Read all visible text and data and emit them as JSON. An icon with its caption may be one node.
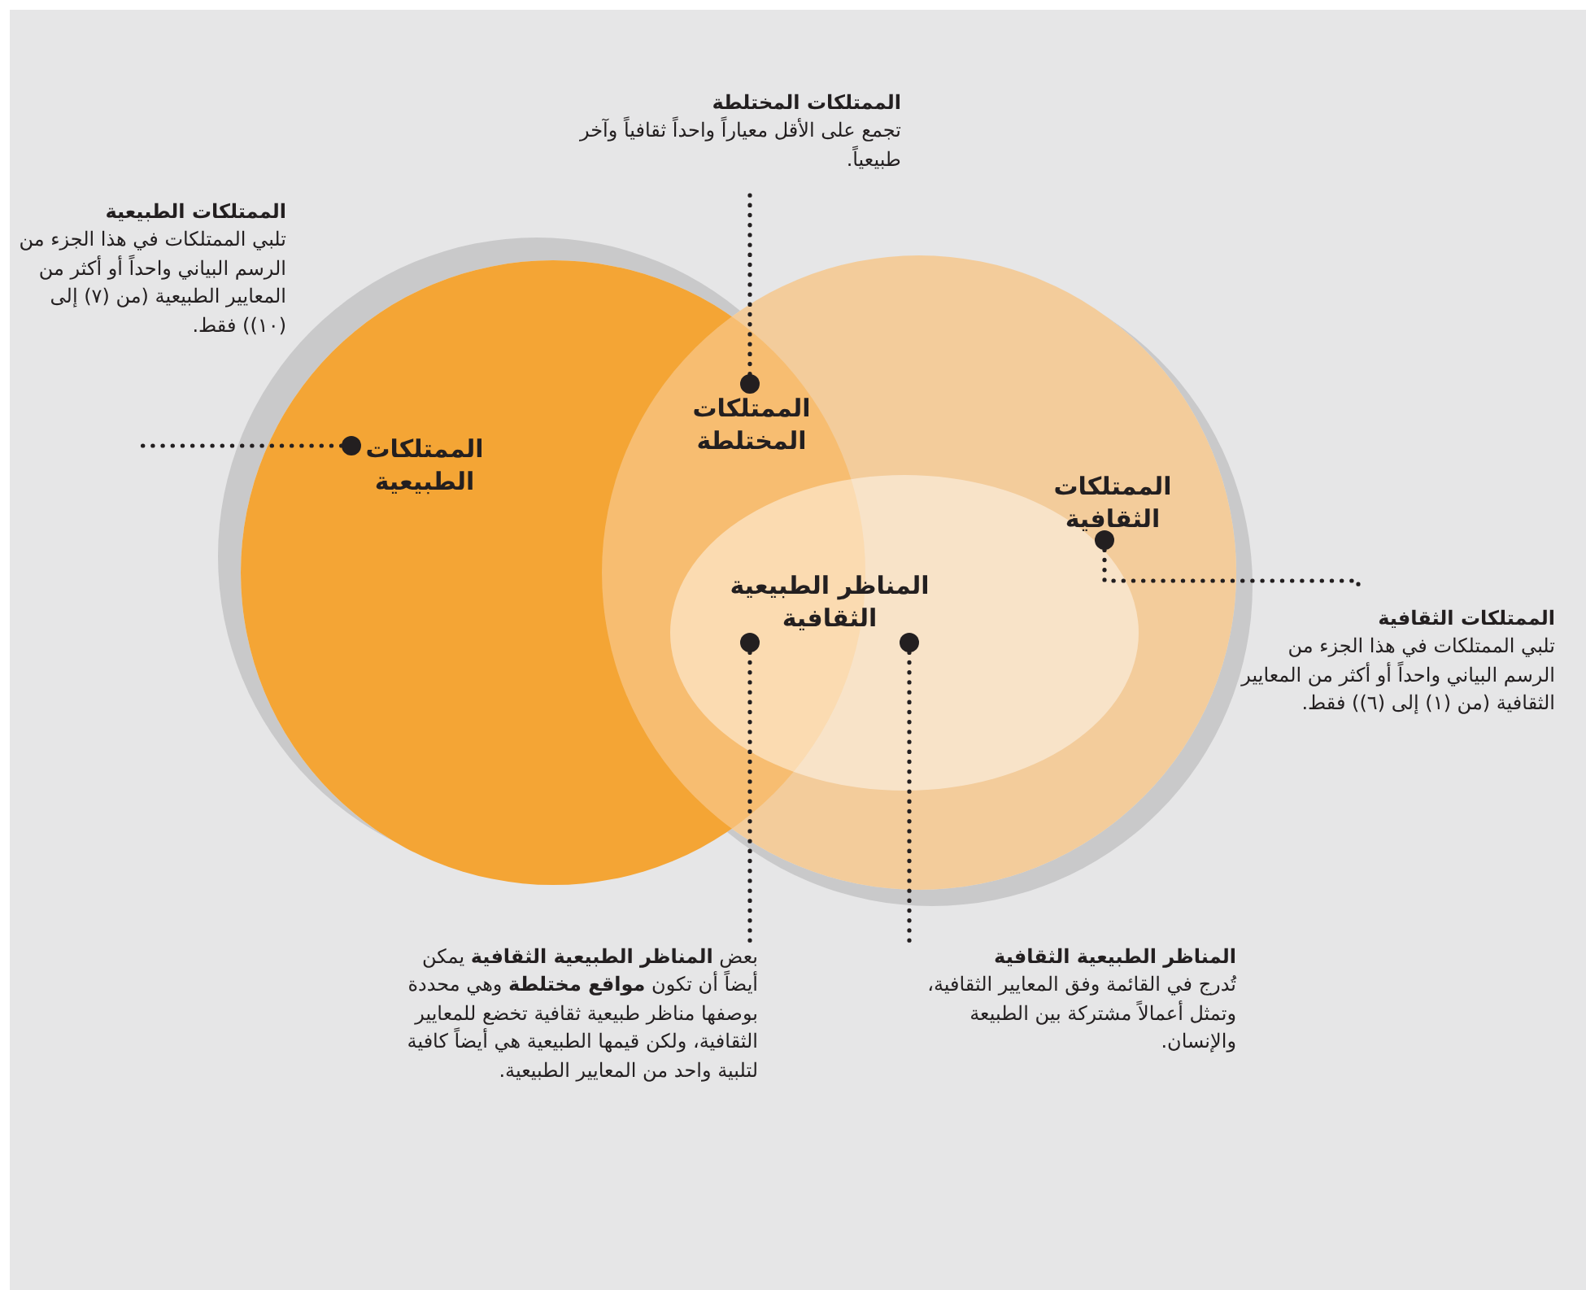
{
  "diagram": {
    "nodes": [
      {
        "text": [
          "الممتلكات المختلطة",
          "تجمع على الأقل معياراً واحداً ثقافياً وآخر طبيعياً."
        ]
      },
      {
        "text": [
          "الممتلكات الطبيعية",
          "تلبي الممتلكات في هذا الجزء من الرسم البياني واحداً أو أكثر من المعايير الطبيعية (من (٧) إلى (١٠)) فقط."
        ]
      },
      {
        "text": [
          "الممتلكات الثقافية",
          "تلبي الممتلكات في هذا الجزء من الرسم البياني واحداً أو أكثر من المعايير الثقافية (من (١) إلى (٦)) فقط."
        ]
      },
      {
        "text": [],
        "shape": "circle"
      },
      {
        "text": [
          "الممتلكات الطبيعية"
        ],
        "in": 3
      },
      {
        "text": [],
        "shape": "circle"
      },
      {
        "text": [
          "الممتلكات الثقافية"
        ],
        "in": 5
      },
      {
        "text": [
          "الممتلكات المختلطة"
        ]
      },
      {
        "text": [],
        "shape": "ellipse",
        "in": 5
      },
      {
        "text": [
          "المناظر الطبيعية الثقافية"
        ],
        "in": 8
      },
      {
        "text": [
          "بعض **المناظر الطبيعية الثقافية** يمكن أيضاً أن تكون **مواقع مختلطة** وهي محددة بوصفها مناظر طبيعية ثقافية تخضع للمعايير الثقافية، ولكن قيمها الطبيعية هي أيضاً كافية لتلبية واحد من المعايير الطبيعية."
        ]
      },
      {
        "text": [
          "المناظر الطبيعية الثقافية",
          "تُدرج في القائمة وفق المعايير الثقافية، وتمثل أعمالاً مشتركة بين الطبيعة والإنسان."
        ]
      }
    ],
    "edges": [
      {
        "from": 4,
        "to": null,
        "arrow": "other",
        "style": "dashed"
      },
      {
        "from": 7,
        "to": 0,
        "arrow": "other",
        "style": "dashed"
      },
      {
        "from": 6,
        "to": 2,
        "arrow": "other",
        "style": "dashed"
      },
      {
        "from": 9,
        "to": 10,
        "arrow": "other",
        "style": "dashed"
      },
      {
        "from": 9,
        "to": 11,
        "arrow": "other",
        "style": "dashed"
      }
    ]
  }
}
